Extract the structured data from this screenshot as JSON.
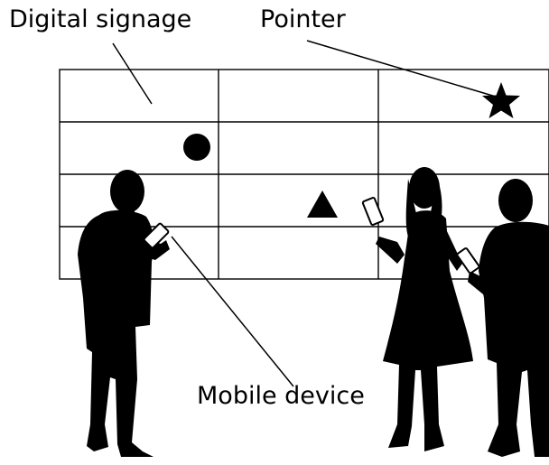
{
  "labels": {
    "digital_signage": "Digital signage",
    "pointer": "Pointer",
    "mobile_device": "Mobile device"
  },
  "signage_grid": {
    "rows": 4,
    "columns": 3
  },
  "colors": {
    "ink": "#000000",
    "background": "#ffffff"
  }
}
